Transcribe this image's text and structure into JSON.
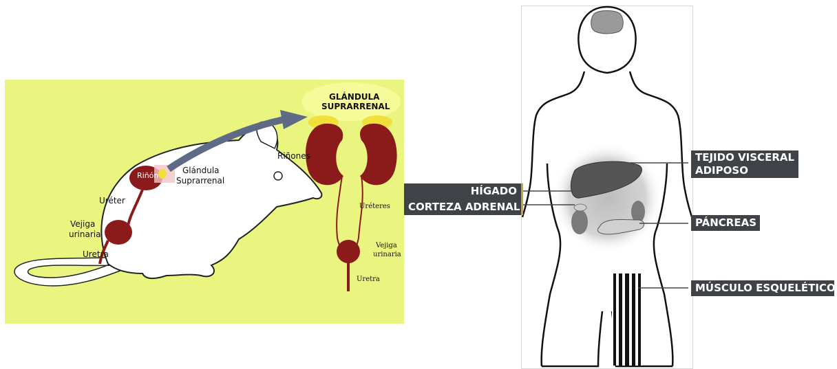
{
  "mouse_diagram": {
    "labels": {
      "glandula_title_line1": "GLÁNDULA",
      "glandula_title_line2": "SUPRARRENAL",
      "rinones": "Riñones",
      "rinon": "Riñón",
      "glandula_line1": "Glándula",
      "glandula_line2": "Suprarrenal",
      "ureter": "Uréter",
      "vejiga_line1": "Vejiga",
      "vejiga_line2": "urinaria",
      "uretra": "Uretra",
      "ureteres": "Uréteres",
      "vejiga2_line1": "Vejiga",
      "vejiga2_line2": "urinaria",
      "uretra2": "Uretra"
    },
    "colors": {
      "background": "#e9f57f",
      "organ": "#8b1a1a",
      "adrenal": "#f2e03a",
      "arrow": "#5f6a86"
    }
  },
  "human_diagram": {
    "labels": {
      "higado": "HÍGADO",
      "corteza_adrenal": "CORTEZA ADRENAL",
      "tejido_line1": "TEJIDO VISCERAL",
      "tejido_line2": "ADIPOSO",
      "pancreas": "PÁNCREAS",
      "musculo": "MÚSCULO ESQUELÉTICO"
    },
    "colors": {
      "tag_background": "#3f4246",
      "accent_line": "#c9a43a"
    }
  }
}
